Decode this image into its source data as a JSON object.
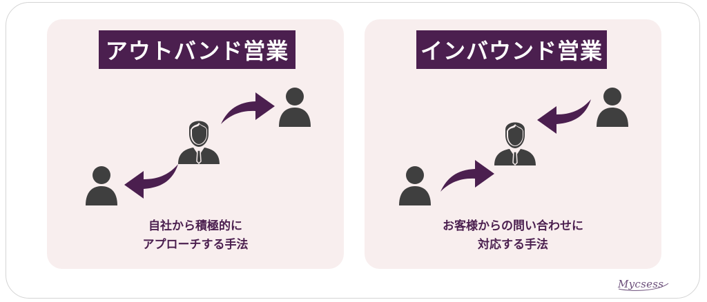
{
  "outbound": {
    "title": "アウトバンド営業",
    "caption_line1": "自社から積極的に",
    "caption_line2": "アプローチする手法"
  },
  "inbound": {
    "title": "インバウンド営業",
    "caption_line1": "お客様からの問い合わせに",
    "caption_line2": "対応する手法"
  },
  "logo": {
    "text": "Mycsess"
  },
  "colors": {
    "accent": "#4b1f4f",
    "panel_bg": "#f8eeee",
    "icon": "#3f3f3f"
  },
  "icons": [
    "person-icon",
    "businessman-icon",
    "curved-arrow-icon"
  ]
}
